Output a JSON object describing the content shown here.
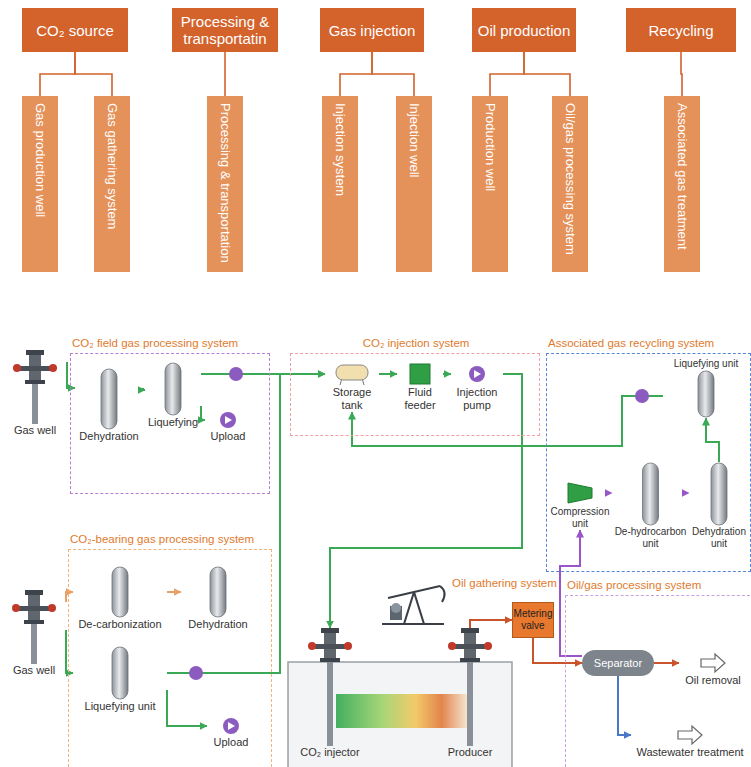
{
  "diagram": {
    "nodes": [
      {
        "text": [
          "CO₂ source"
        ]
      },
      {
        "text": [
          "Gas production well"
        ]
      },
      {
        "text": [
          "Gas gathering system"
        ]
      },
      {
        "text": [
          "Processing & transportatin"
        ]
      },
      {
        "text": [
          "Processing & transportation"
        ]
      },
      {
        "text": [
          "Gas injection"
        ]
      },
      {
        "text": [
          "Injection system"
        ]
      },
      {
        "text": [
          "Injection well"
        ]
      },
      {
        "text": [
          "Oil production"
        ]
      },
      {
        "text": [
          "Production well"
        ]
      },
      {
        "text": [
          "Oil/gas processing system"
        ]
      },
      {
        "text": [
          "Recycling"
        ]
      },
      {
        "text": [
          "Associated gas treatment"
        ]
      },
      {
        "text": [
          "CO₂ field gas processing system"
        ]
      },
      {
        "text": [
          "Dehydration"
        ],
        "in": 13
      },
      {
        "text": [
          "Liquefying"
        ],
        "in": 13
      },
      {
        "text": [
          "Upload"
        ],
        "in": 13
      },
      {
        "text": [
          "CO₂ injection system"
        ]
      },
      {
        "text": [
          "Storage tank"
        ],
        "in": 17
      },
      {
        "text": [
          "Fluid feeder"
        ],
        "in": 17
      },
      {
        "text": [
          "Injection pump"
        ],
        "in": 17
      },
      {
        "text": [
          "Associated gas recycling system"
        ]
      },
      {
        "text": [
          "Liquefying unit"
        ],
        "in": 21
      },
      {
        "text": [
          "Compression unit"
        ],
        "in": 21
      },
      {
        "text": [
          "De-hydrocarbon unit"
        ],
        "in": 21
      },
      {
        "text": [
          "Dehydration unit"
        ],
        "in": 21
      },
      {
        "text": [
          "CO₂-bearing gas processing system"
        ]
      },
      {
        "text": [
          "De-carbonization"
        ],
        "in": 26
      },
      {
        "text": [
          "Dehydration"
        ],
        "in": 26
      },
      {
        "text": [
          "Liquefying unit"
        ],
        "in": 26
      },
      {
        "text": [
          "Upload"
        ],
        "in": 26
      },
      {
        "text": [
          "Oil/gas processing system"
        ]
      },
      {
        "text": [
          "Separator"
        ],
        "in": 31
      },
      {
        "text": [
          "Oil removal"
        ],
        "in": 31
      },
      {
        "text": [
          "Wastewater treatment"
        ],
        "in": 31
      },
      {
        "text": [
          "Gas well"
        ]
      },
      {
        "text": [
          "Gas well"
        ]
      },
      {
        "text": [
          "Metering valve"
        ]
      },
      {
        "text": [
          "CO₂ injector"
        ]
      },
      {
        "text": [
          "Producer"
        ]
      }
    ],
    "edges": [
      {
        "from": 0,
        "to": 1,
        "arrow": "none"
      },
      {
        "from": 0,
        "to": 2,
        "arrow": "none"
      },
      {
        "from": 3,
        "to": 4,
        "arrow": "none"
      },
      {
        "from": 5,
        "to": 6,
        "arrow": "none"
      },
      {
        "from": 5,
        "to": 7,
        "arrow": "none"
      },
      {
        "from": 8,
        "to": 9,
        "arrow": "none"
      },
      {
        "from": 8,
        "to": 10,
        "arrow": "none"
      },
      {
        "from": 11,
        "to": 12,
        "arrow": "none"
      },
      {
        "from": 35,
        "to": 14,
        "arrow": "to"
      },
      {
        "from": 14,
        "to": 15,
        "arrow": "to"
      },
      {
        "from": 15,
        "to": 16,
        "arrow": "to"
      },
      {
        "from": 15,
        "to": 18,
        "arrow": "to"
      },
      {
        "from": 18,
        "to": 19,
        "arrow": "to"
      },
      {
        "from": 19,
        "to": 20,
        "arrow": "to"
      },
      {
        "from": 20,
        "to": 38,
        "arrow": "to"
      },
      {
        "from": 36,
        "to": 27,
        "arrow": "to"
      },
      {
        "from": 27,
        "to": 28,
        "arrow": "to"
      },
      {
        "from": 36,
        "to": 29,
        "arrow": "to"
      },
      {
        "from": 29,
        "to": 30,
        "arrow": "to"
      },
      {
        "from": 29,
        "to": 18,
        "arrow": "to"
      },
      {
        "from": 39,
        "to": 37,
        "arrow": "to"
      },
      {
        "from": 37,
        "to": 32,
        "arrow": "to"
      },
      {
        "from": 32,
        "to": 33,
        "arrow": "to"
      },
      {
        "from": 32,
        "to": 34,
        "arrow": "to"
      },
      {
        "from": 32,
        "to": 23,
        "arrow": "to"
      },
      {
        "from": 23,
        "to": 24,
        "arrow": "to"
      },
      {
        "from": 24,
        "to": 25,
        "arrow": "to"
      },
      {
        "from": 25,
        "to": 22,
        "arrow": "to"
      },
      {
        "from": 22,
        "to": 18,
        "arrow": "to"
      }
    ],
    "labels": [
      "Oil gathering system"
    ]
  }
}
